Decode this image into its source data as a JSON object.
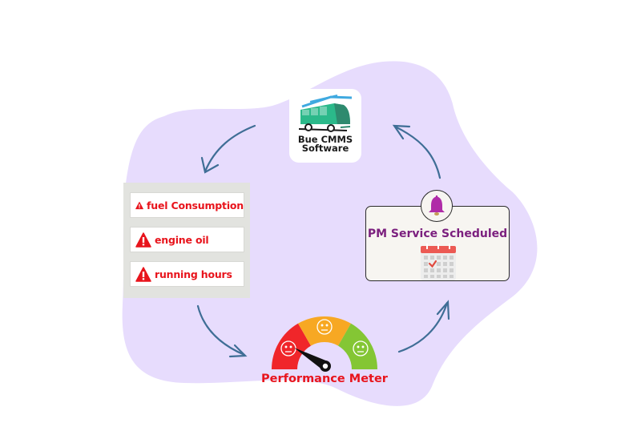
{
  "diagram": {
    "title": "Bus CMMS preventive maintenance cycle",
    "colors": {
      "blob": "#e7dcfd",
      "arrow": "#3f6e96",
      "alert_red": "#e8141c",
      "pm_purple": "#7b1f7e",
      "bus_teal": "#2bb98a",
      "bus_dark_teal": "#2e8a6e",
      "bus_roof_blue": "#3fa9e0",
      "meter_red": "#f0262a",
      "meter_orange": "#f7a823",
      "meter_green": "#84c634"
    },
    "nodes": {
      "cmms": {
        "line1": "Bue CMMS",
        "line2": "Software",
        "icon": "bus-icon"
      },
      "alerts": {
        "items": [
          {
            "label": "fuel Consumption",
            "icon": "warning-icon"
          },
          {
            "label": "engine oil",
            "icon": "warning-icon"
          },
          {
            "label": "running hours",
            "icon": "warning-icon"
          }
        ]
      },
      "meter": {
        "label": "Performance Meter",
        "segments": [
          {
            "name": "poor",
            "face": "neutral-face-icon"
          },
          {
            "name": "average",
            "face": "neutral-face-icon"
          },
          {
            "name": "good",
            "face": "neutral-face-icon"
          }
        ],
        "needle_level": "poor"
      },
      "pm": {
        "title": "PM Service Scheduled",
        "icons": [
          "bell-icon",
          "calendar-icon"
        ]
      }
    },
    "flow": [
      "cmms -> alerts",
      "alerts -> meter",
      "meter -> pm",
      "pm -> cmms"
    ]
  }
}
